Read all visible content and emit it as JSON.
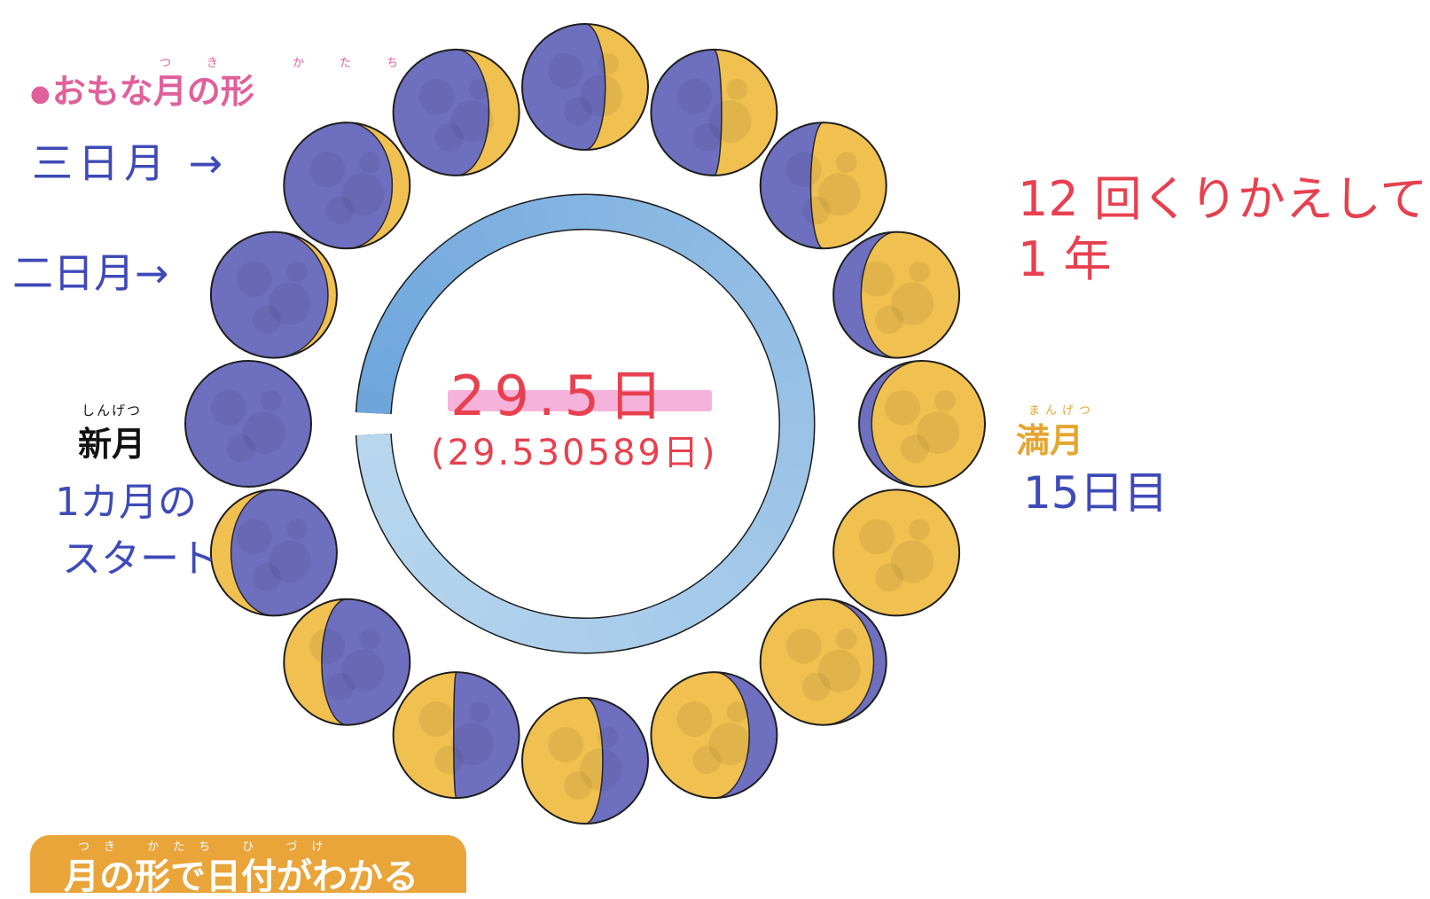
{
  "header": {
    "bullet": "●",
    "title": "おもな月の形",
    "title_ruby": "つき かたち"
  },
  "left_labels": {
    "third_day": "三日月 →",
    "second_day": "二日月→",
    "new_moon_ruby": "しんげつ",
    "new_moon": "新月",
    "month_start_line1": "1カ月の",
    "month_start_line2": "スタート"
  },
  "center": {
    "period": "29.5日",
    "period_detail": "(29.530589日)"
  },
  "right_labels": {
    "repeat_line1": "12 回くりかえして",
    "repeat_line2": "1 年",
    "full_moon_ruby": "まんげつ",
    "full_moon": "満月",
    "day15": "15日目"
  },
  "footer": {
    "ruby": "つき かたち ひ づけ",
    "text": "月の形で日付がわかる"
  },
  "colors": {
    "moon_dark": "#6f6fc0",
    "moon_dark_edge": "#5a5aa8",
    "moon_lit": "#f0c050",
    "moon_lit_edge": "#e2ad3a",
    "ring_light": "#b8d6ee",
    "ring_dark": "#6ea6dc",
    "ring_outline": "#1c1c1c",
    "pink_accent": "#e0609b",
    "red_handwriting": "#e8404f",
    "blue_handwriting": "#3f4ab8",
    "orange_accent": "#e5a52e",
    "highlight": "#f3a6d5",
    "banner": "#e9a43a"
  },
  "moon_phases": [
    {
      "phase": "new moon",
      "lit_fraction": 0.0
    },
    {
      "phase": "waxing crescent",
      "lit_fraction": 0.07
    },
    {
      "phase": "waxing crescent",
      "lit_fraction": 0.14
    },
    {
      "phase": "waxing crescent",
      "lit_fraction": 0.24
    },
    {
      "phase": "waxing crescent",
      "lit_fraction": 0.34
    },
    {
      "phase": "waxing",
      "lit_fraction": 0.44
    },
    {
      "phase": "waxing gibbous",
      "lit_fraction": 0.6
    },
    {
      "phase": "waxing gibbous",
      "lit_fraction": 0.78
    },
    {
      "phase": "waxing gibbous",
      "lit_fraction": 0.9
    },
    {
      "phase": "full moon",
      "lit_fraction": 1.0
    },
    {
      "phase": "waning gibbous",
      "lit_fraction": 0.9
    },
    {
      "phase": "waning gibbous",
      "lit_fraction": 0.78
    },
    {
      "phase": "waning gibbous",
      "lit_fraction": 0.64
    },
    {
      "phase": "waning",
      "lit_fraction": 0.48
    },
    {
      "phase": "waning crescent",
      "lit_fraction": 0.3
    },
    {
      "phase": "waning crescent",
      "lit_fraction": 0.16
    }
  ]
}
